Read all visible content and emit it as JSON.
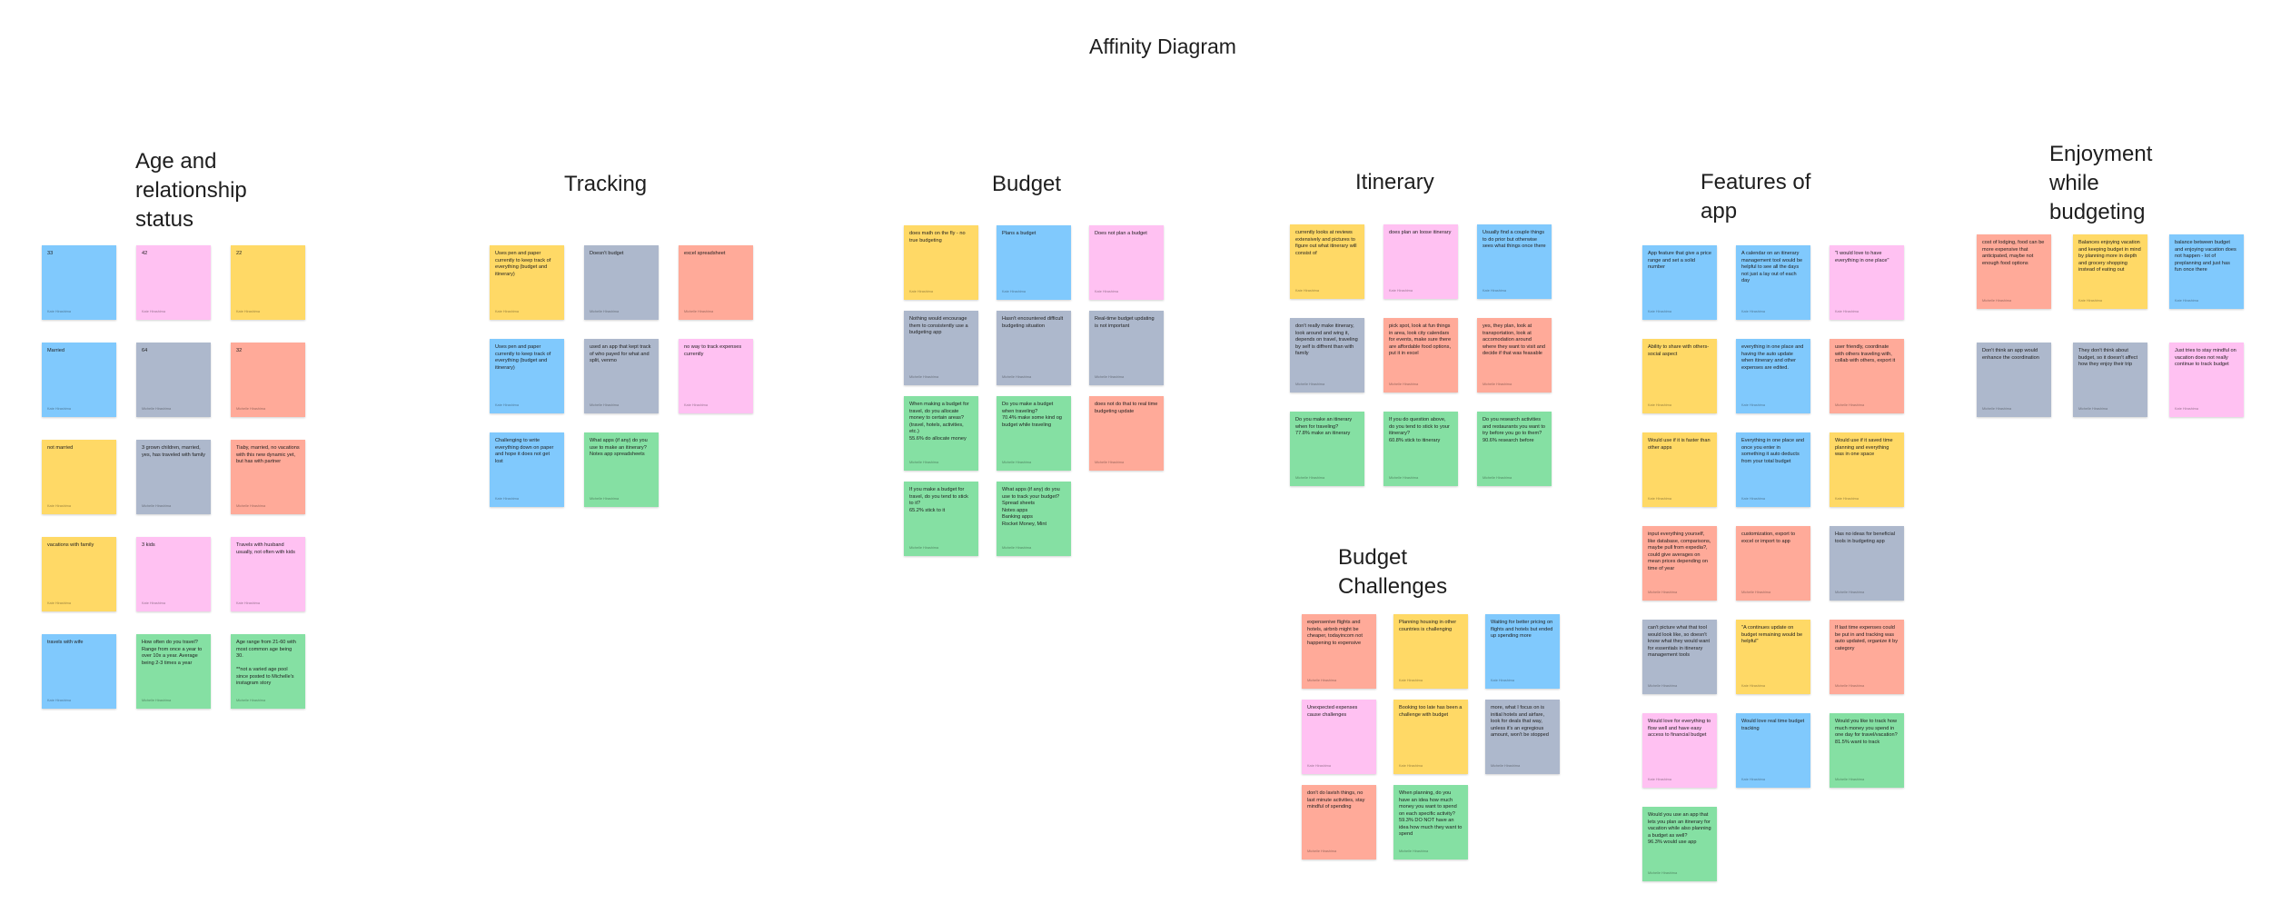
{
  "title": "Affinity Diagram",
  "colors": {
    "blue": "#80c9fd",
    "pink": "#ffc1f2",
    "yellow": "#ffd966",
    "red": "#ffaa99",
    "gray": "#adb8cc",
    "green": "#85e0a3"
  },
  "clusters": [
    {
      "id": "age",
      "title": "Age and\nrelationship\nstatus",
      "notes": [
        {
          "text": "33",
          "author": "Kate Hirashima",
          "color": "blue"
        },
        {
          "text": "42",
          "author": "Kate Hirashima",
          "color": "pink"
        },
        {
          "text": "22",
          "author": "Kate Hirashima",
          "color": "yellow"
        },
        {
          "text": "Married",
          "author": "Kate Hirashima",
          "color": "blue"
        },
        {
          "text": "64",
          "author": "Michelle Hirashima",
          "color": "gray"
        },
        {
          "text": "32",
          "author": "Michelle Hirashima",
          "color": "red"
        },
        {
          "text": "not married",
          "author": "Kate Hirashima",
          "color": "yellow"
        },
        {
          "text": "3 grown children, married, yes, has traveled with family",
          "author": "Michelle Hirashima",
          "color": "gray"
        },
        {
          "text": "Tiaby, married, no vacations with this new dynamic yet, but has with partner",
          "author": "Michelle Hirashima",
          "color": "red"
        },
        {
          "text": "vacations with family",
          "author": "Kate Hirashima",
          "color": "yellow"
        },
        {
          "text": "3 kids",
          "author": "Kate Hirashima",
          "color": "pink"
        },
        {
          "text": "Travels with husband usually, not often with kids",
          "author": "Kate Hirashima",
          "color": "pink"
        },
        {
          "text": "travels with wife",
          "author": "Kate Hirashima",
          "color": "blue"
        },
        {
          "text": "How often do you travel? Range from once a year to over 10x a year. Average being 2-3 times a year",
          "author": "Michelle Hirashima",
          "color": "green"
        },
        {
          "text": "Age range from 21-60 with most common age being 30.\n\n**not a varied age pool since posted to Michelle's instagram story",
          "author": "Michelle Hirashima",
          "color": "green"
        }
      ]
    },
    {
      "id": "tracking",
      "title": "Tracking",
      "notes": [
        {
          "text": "Uses pen and paper currently to keep track of everything (budget and itinerary)",
          "author": "Kate Hirashima",
          "color": "yellow"
        },
        {
          "text": "Doesn't budget",
          "author": "Michelle Hirashima",
          "color": "gray"
        },
        {
          "text": "excel spreadsheet",
          "author": "Michelle Hirashima",
          "color": "red"
        },
        {
          "text": "Uses pen and paper currently to keep track of everything (budget and itinerary)",
          "author": "Kate Hirashima",
          "color": "blue"
        },
        {
          "text": "used an app that kept track of who payed for what and split, venmo",
          "author": "Michelle Hirashima",
          "color": "gray"
        },
        {
          "text": "no way to track expenses currently",
          "author": "Kate Hirashima",
          "color": "pink"
        },
        {
          "text": "Challenging to write everything down on paper and hope it does not get lost",
          "author": "Kate Hirashima",
          "color": "blue"
        },
        {
          "text": "What apps (if any) do you use to make an itinerary? Notes app spreadsheets",
          "author": "Michelle Hirashima",
          "color": "green"
        }
      ]
    },
    {
      "id": "budget",
      "title": "Budget",
      "notes": [
        {
          "text": "does math on the fly - no true budgeting",
          "author": "Kate Hirashima",
          "color": "yellow"
        },
        {
          "text": "Plans a budget",
          "author": "Kate Hirashima",
          "color": "blue"
        },
        {
          "text": "Does not plan a budget",
          "author": "Kate Hirashima",
          "color": "pink"
        },
        {
          "text": "Nothing would encourage them to consistently use a budgeting app",
          "author": "Michelle Hirashima",
          "color": "gray"
        },
        {
          "text": "Hasn't encountered difficult budgeting situation",
          "author": "Michelle Hirashima",
          "color": "gray"
        },
        {
          "text": "Real-time budget updating is not important",
          "author": "Michelle Hirashima",
          "color": "gray"
        },
        {
          "text": "When making a budget for travel, do you allocate money to certain areas? (travel, hotels, activities, etc.)\n55.6% do allocate money",
          "author": "Michelle Hirashima",
          "color": "green"
        },
        {
          "text": "Do you make a budget when traveling?\n70.4% make some kind og budget while traveling",
          "author": "Michelle Hirashima",
          "color": "green"
        },
        {
          "text": "does not do that to real time budgeting update",
          "author": "Michelle Hirashima",
          "color": "red"
        },
        {
          "text": "If you make a budget for travel, do you tend to stick to it?\n65.2% stick to it",
          "author": "Michelle Hirashima",
          "color": "green"
        },
        {
          "text": "What apps (if any) do you use to track your budget? Spread sheets\nNotes apps\nBanking apps\nRocket Money, Mint",
          "author": "Michelle Hirashima",
          "color": "green"
        }
      ]
    },
    {
      "id": "itinerary",
      "title": "Itinerary",
      "notes": [
        {
          "text": "currently looks at reviews extensively and pictures to figure out what itinerary will consist of",
          "author": "Kate Hirashima",
          "color": "yellow"
        },
        {
          "text": "does plan an loose itinerary",
          "author": "Kate Hirashima",
          "color": "pink"
        },
        {
          "text": "Usually find a couple things to do prior but otherwise sees what things once there",
          "author": "Kate Hirashima",
          "color": "blue"
        },
        {
          "text": "don't really make itinerary, look around and wing it, depends on travel, traveling by self is diffrent than with family",
          "author": "Michelle Hirashima",
          "color": "gray"
        },
        {
          "text": "pick spot, look at fun things in area, look city calendars for events, make sure there are affordable food options, put it in excel",
          "author": "Michelle Hirashima",
          "color": "red"
        },
        {
          "text": "yes, they plan, look at transportation, look at accomodation around where they want to visit and decide if that was feasable",
          "author": "Michelle Hirashima",
          "color": "red"
        },
        {
          "text": "Do you make an itinerary when for traveling?\n77.8% make an itinerary",
          "author": "Michelle Hirashima",
          "color": "green"
        },
        {
          "text": "If you do question above, do you tend to stick to your itinerary?\n60.8% stick to itinerary",
          "author": "Michelle Hirashima",
          "color": "green"
        },
        {
          "text": "Do you research activities and restaurants you want to try before you go to them?\n90.6% research before",
          "author": "Michelle Hirashima",
          "color": "green"
        }
      ]
    },
    {
      "id": "challenges",
      "title": "Budget\nChallenges",
      "notes": [
        {
          "text": "expensenive flights and hotels, airbnb might be cheaper, todayincom not happening to expensive",
          "author": "Michelle Hirashima",
          "color": "red"
        },
        {
          "text": "Planning housing in other countries is challenging",
          "author": "Kate Hirashima",
          "color": "yellow"
        },
        {
          "text": "Waiting for better pricing on flights and hotels but ended up spending more",
          "author": "Kate Hirashima",
          "color": "blue"
        },
        {
          "text": "Unexpected expenses cause challenges",
          "author": "Kate Hirashima",
          "color": "pink"
        },
        {
          "text": "Booking too late has been a challenge with budget",
          "author": "Kate Hirashima",
          "color": "yellow"
        },
        {
          "text": "more, what I focus on is initial hotels and airfare, look for deals that way, unless it's an egregious amount, won't be stopped",
          "author": "Michelle Hirashima",
          "color": "gray"
        },
        {
          "text": "don't do lavish things, no last minute activities, stay mindful of spending",
          "author": "Michelle Hirashima",
          "color": "red"
        },
        {
          "text": "When planning, do you have an idea how much money you want to spend on each specific activity?\n59.3% DO NOT have an idea how much they want to spend",
          "author": "Michelle Hirashima",
          "color": "green"
        }
      ]
    },
    {
      "id": "features",
      "title": "Features of\napp",
      "notes": [
        {
          "text": "App feature that give a price range and set a solid number",
          "author": "Kate Hirashima",
          "color": "blue"
        },
        {
          "text": "A calendar on an itinerary management tool would be helpful to see all the days not just a lay out of each day",
          "author": "Kate Hirashima",
          "color": "blue"
        },
        {
          "text": "\"I would love to have everything in one place\"",
          "author": "Kate Hirashima",
          "color": "pink"
        },
        {
          "text": "Ability to share with others- social aspect",
          "author": "Kate Hirashima",
          "color": "yellow"
        },
        {
          "text": "everything in one place and having the auto update when itinerary and other expenses are edited.",
          "author": "Kate Hirashima",
          "color": "blue"
        },
        {
          "text": "user friendly, coordinate with others traveling with, collab with others, export it",
          "author": "Michelle Hirashima",
          "color": "red"
        },
        {
          "text": "Would use if it is faster than other apps",
          "author": "Kate Hirashima",
          "color": "yellow"
        },
        {
          "text": "Everything in one place and once you enter in something it auto deducts from your total budget",
          "author": "Kate Hirashima",
          "color": "blue"
        },
        {
          "text": "Would use if it saved time planning and everything was in one space",
          "author": "Kate Hirashima",
          "color": "yellow"
        },
        {
          "text": "input everything yourself, like database, comparisons, maybe pull from expedia?, could give averages on mean prices depending on time of year",
          "author": "Michelle Hirashima",
          "color": "red"
        },
        {
          "text": "customization, export to excel or import to app",
          "author": "Michelle Hirashima",
          "color": "red"
        },
        {
          "text": "Has no ideas for beneficial tools in budgeting app",
          "author": "Michelle Hirashima",
          "color": "gray"
        },
        {
          "text": "can't picture what that tool would look like, so doesn't know what they would want for essentials in itinerary management tools",
          "author": "Michelle Hirashima",
          "color": "gray"
        },
        {
          "text": "\"A continues update on budget remaining would be helpful\"",
          "author": "Kate Hirashima",
          "color": "yellow"
        },
        {
          "text": "If last time expenses could be put in and tracking was auto updated, organize it by category",
          "author": "Michelle Hirashima",
          "color": "red"
        },
        {
          "text": "Would love for everything to flow well and have easy access to financial budget",
          "author": "Kate Hirashima",
          "color": "pink"
        },
        {
          "text": "Would love real time budget tracking",
          "author": "Kate Hirashima",
          "color": "blue"
        },
        {
          "text": "Would you like to track how much money you spend in one day for travel/vacation?\n81.5% want to track",
          "author": "Michelle Hirashima",
          "color": "green"
        },
        {
          "text": "Would you use an app that lets you plan an itinerary for vacation while also planning a budget as well?\n96.3% would use app",
          "author": "Michelle Hirashima",
          "color": "green"
        }
      ]
    },
    {
      "id": "enjoyment",
      "title": "Enjoyment\nwhile\nbudgeting",
      "notes": [
        {
          "text": "cost of lodging, food can be more expensive that anticipated, maybe not enough food options",
          "author": "Michelle Hirashima",
          "color": "red"
        },
        {
          "text": "Balances enjoying vacation and keeping budget in mind by planning more in depth and grocery shopping instead of eating out",
          "author": "Kate Hirashima",
          "color": "yellow"
        },
        {
          "text": "balance between budget and enjoying vacation does not happen - lot of preplanning and just has fun once there",
          "author": "Kate Hirashima",
          "color": "blue"
        },
        {
          "text": "Don't think an app would enhance the coordination",
          "author": "Michelle Hirashima",
          "color": "gray"
        },
        {
          "text": "They don't think about budget, so it doesn't affect how they enjoy their trip",
          "author": "Michelle Hirashima",
          "color": "gray"
        },
        {
          "text": "Just tries to stay mindful on vacation does not really continue to track budget",
          "author": "Kate Hirashima",
          "color": "pink"
        }
      ]
    }
  ]
}
